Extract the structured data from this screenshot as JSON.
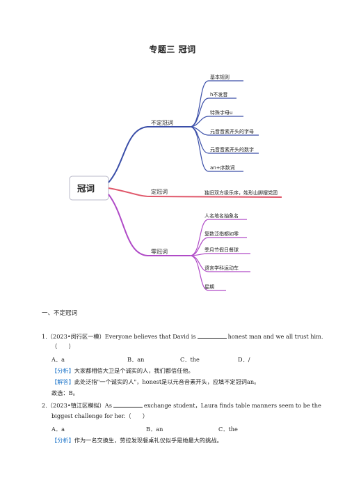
{
  "doc": {
    "title": "专题三  冠词"
  },
  "mindmap": {
    "root": "冠词",
    "colors": {
      "blue": "#3a4ea8",
      "red": "#e0576a",
      "purple": "#b04bc7"
    },
    "branches": [
      {
        "label": "不定冠词",
        "children": [
          "基本规则",
          "h不发音",
          "特殊字母u",
          "元音音素开头的字母",
          "元音音素开头的数字",
          "an+序数词"
        ]
      },
      {
        "label": "定冠词",
        "children": [
          "独旧双方级乐序，姓形山脚摆党团"
        ]
      },
      {
        "label": "零冠词",
        "children": [
          "人名地名抽象名",
          "复数泛指都如零",
          "季月节假日餐球",
          "语言学科运动车",
          "星期"
        ]
      }
    ]
  },
  "section1": {
    "heading": "一、不定冠词"
  },
  "q1": {
    "line1_before": "1.（2023•闵行区一模）Everyone believes that David is",
    "line1_after": "honest man and we all trust him.",
    "paren": "（　　）",
    "options": [
      "A．a",
      "B．an",
      "C．the",
      "D．/"
    ],
    "analysis_tag": "【分析】",
    "analysis": "大家都相信大卫是个诚实的人，我们都信任他。",
    "answer_tag": "【解答】",
    "answer": "此处泛指\"一个诚实的人\"，honest是以元音音素开头，应填不定冠词an。",
    "choice": "故选：B。"
  },
  "q2": {
    "line1_before": "2.（2023•镇江区模拟）As",
    "line1_after": "exchange student，Laura finds table manners seem to be the",
    "line2": "biggest challenge for her.（　　）",
    "options": [
      "A．a",
      "B．an",
      "C．the"
    ],
    "analysis_tag": "【分析】",
    "analysis": "作为一名交换生，劳拉发现餐桌礼仪似乎是她最大的挑战。"
  }
}
